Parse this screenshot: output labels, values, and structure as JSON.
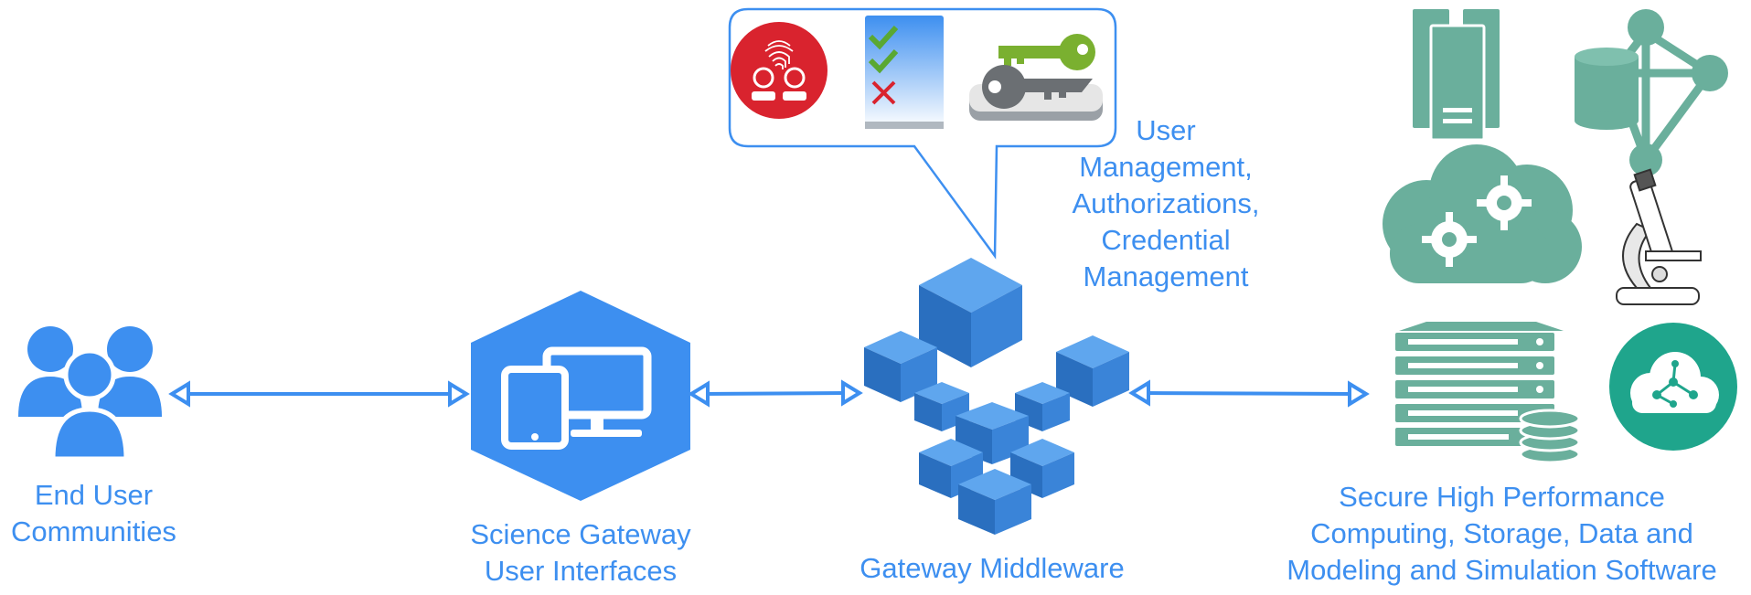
{
  "labels": {
    "end_user": [
      "End User",
      "Communities"
    ],
    "science_gateway": [
      "Science Gateway",
      "User Interfaces"
    ],
    "middleware": "Gateway Middleware",
    "user_management": [
      "User",
      "Management,",
      "Authorizations,",
      "Credential",
      "Management"
    ],
    "resources": [
      "Secure High Performance",
      "Computing, Storage, Data and",
      "Modeling and Simulation Software"
    ]
  },
  "icons": {
    "end_user": "user-group-icon",
    "science_gateway": "devices-hexagon-icon",
    "middleware": "cubes-icon",
    "security": [
      "fingerprint-users-icon",
      "checklist-icon",
      "keys-icon"
    ],
    "resources": [
      "server-towers-icon",
      "database-network-icon",
      "cloud-gears-icon",
      "microscope-icon",
      "storage-rack-icon",
      "cloud-molecule-icon"
    ]
  },
  "colors": {
    "primary_blue": "#3d8ff0",
    "cube_dark": "#2a6fbf",
    "cube_light": "#4a97e6",
    "teal": "#6aaf9c",
    "green_circle": "#1fa58c",
    "red_circle": "#d9232e"
  }
}
